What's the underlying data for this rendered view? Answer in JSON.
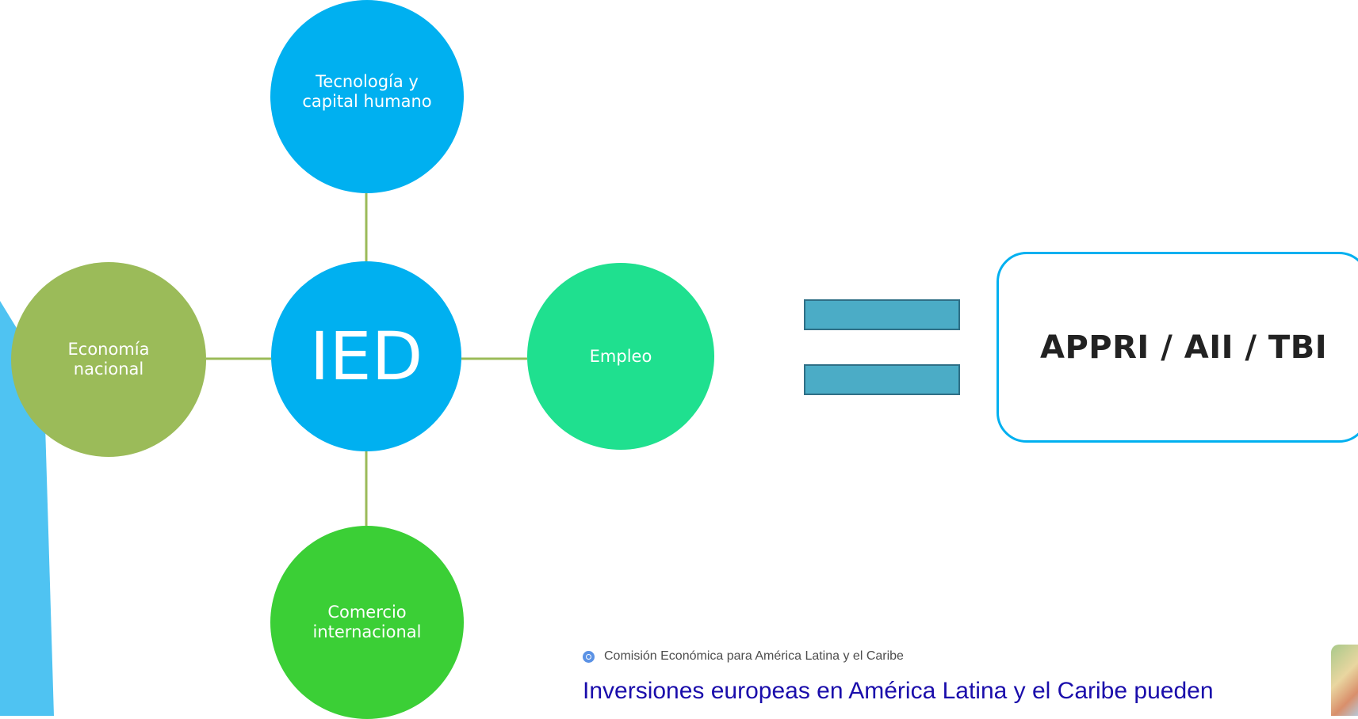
{
  "diagram": {
    "center": {
      "label": "IED"
    },
    "nodes": {
      "top": {
        "label": "Tecnología y capital humano"
      },
      "left": {
        "label": "Economía nacional"
      },
      "right": {
        "label": "Empleo"
      },
      "bottom": {
        "label": "Comercio internacional"
      }
    },
    "colors": {
      "blue": "#00B0F0",
      "olive": "#9BBB59",
      "mint": "#1FE08F",
      "green": "#3BCF36",
      "connector": "#9BBB59",
      "equals": "#4BACC6"
    }
  },
  "result_box": {
    "label": "APPRI / AII / TBI"
  },
  "news": {
    "source": "Comisión Económica para América Latina y el Caribe",
    "headline": "Inversiones europeas en América Latina y el Caribe pueden",
    "icon": "un-logo-icon"
  }
}
